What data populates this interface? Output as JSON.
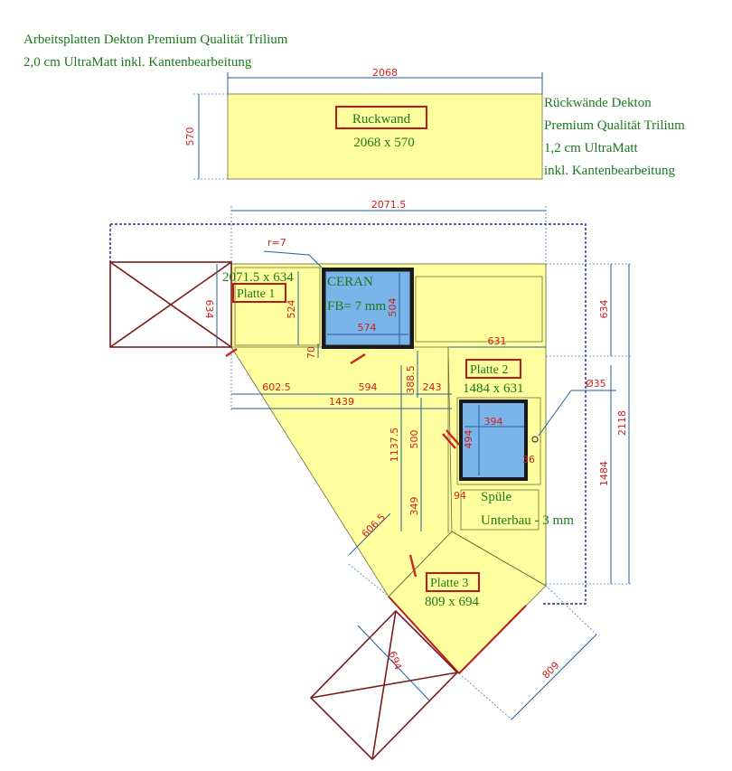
{
  "header": {
    "line1": "Arbeitsplatten Dekton Premium Qualität Trilium",
    "line2": "2,0 cm UltraMatt inkl. Kantenbearbeitung"
  },
  "ruckwand_info": {
    "line1": "Rückwände Dekton",
    "line2": "Premium Qualität Trilium",
    "line3": "1,2 cm UltraMatt",
    "line4": "inkl. Kantenbearbeitung"
  },
  "ruckwand": {
    "label": "Ruckwand",
    "size": "2068 x 570",
    "width": "2068",
    "height": "570"
  },
  "platte1": {
    "label": "Platte 1",
    "size": "2071.5 x 634",
    "depth": "634"
  },
  "platte2": {
    "label": "Platte 2",
    "size": "1484 x 631"
  },
  "platte3": {
    "label": "Platte 3",
    "size": "809 x 694"
  },
  "ceran": {
    "label": "CERAN",
    "fb": "FB= 7 mm",
    "width": "574",
    "height": "504",
    "radius": "r=7"
  },
  "spuele": {
    "label": "Spüle",
    "sub": "Unterbau - 3 mm",
    "width": "394",
    "height": "494"
  },
  "dimensions": {
    "top_width": "2071.5",
    "p1_inner": "524",
    "p1_gap": "70",
    "d602": "602.5",
    "d594": "594",
    "d1439": "1439",
    "d388": "388.5",
    "d243": "243",
    "d631": "631",
    "d634r": "634",
    "d2118": "2118",
    "d1484": "1484",
    "d35": "Ø35",
    "d1137": "1137.5",
    "d500": "500",
    "d349": "349",
    "d94": "94",
    "d36": "36",
    "d606": "606.5",
    "d694": "694",
    "d809": "809"
  }
}
